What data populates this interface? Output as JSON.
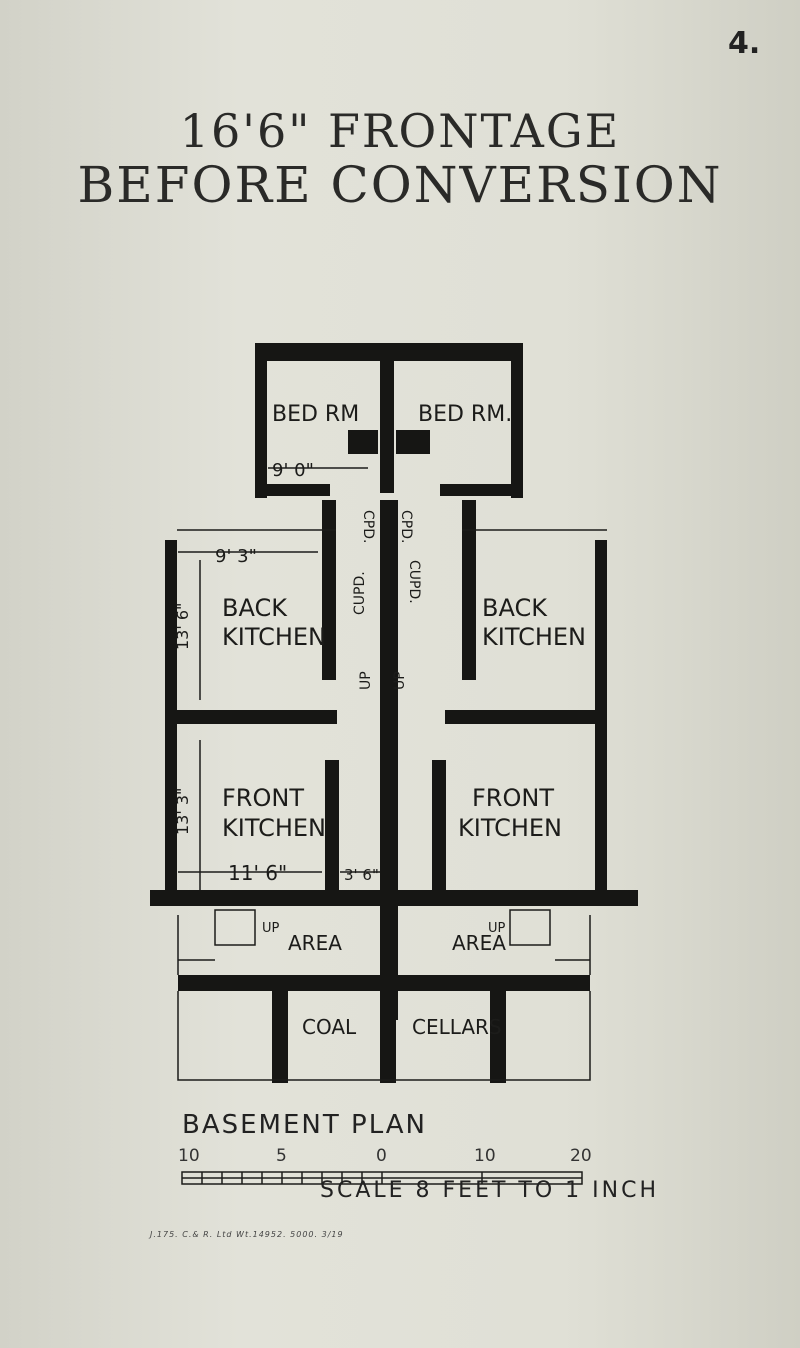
{
  "page_mark": "4.",
  "title": {
    "line1": "16'6\" FRONTAGE",
    "line2": "BEFORE CONVERSION"
  },
  "plan_title": "BASEMENT PLAN",
  "rooms": {
    "bed_left": "BED RM",
    "bed_right": "BED RM.",
    "back_kitchen_left_1": "BACK",
    "back_kitchen_left_2": "KITCHEN",
    "back_kitchen_right_1": "BACK",
    "back_kitchen_right_2": "KITCHEN",
    "front_kitchen_left_1": "FRONT",
    "front_kitchen_left_2": "KITCHEN",
    "front_kitchen_right_1": "FRONT",
    "front_kitchen_right_2": "KITCHEN",
    "area_left": "AREA",
    "area_right": "AREA",
    "coal": "COAL",
    "cellars": "CELLARS"
  },
  "dimensions": {
    "bed_width": "9' 0\"",
    "back_kitchen_width": "9' 3\"",
    "back_kitchen_depth": "13' 6\"",
    "front_kitchen_depth": "13' 3\"",
    "front_kitchen_width": "11' 6\"",
    "passage_width": "3' 6\""
  },
  "labels": {
    "cpd": "CPD.",
    "cupd": "CUPD.",
    "up": "UP"
  },
  "scale": {
    "ticks": [
      "10",
      "5",
      "0",
      "10",
      "20"
    ],
    "caption": "SCALE 8 FEET TO 1 INCH"
  },
  "printer_note": "J.175. C.& R. Ltd Wt.14952. 5000. 3/19"
}
